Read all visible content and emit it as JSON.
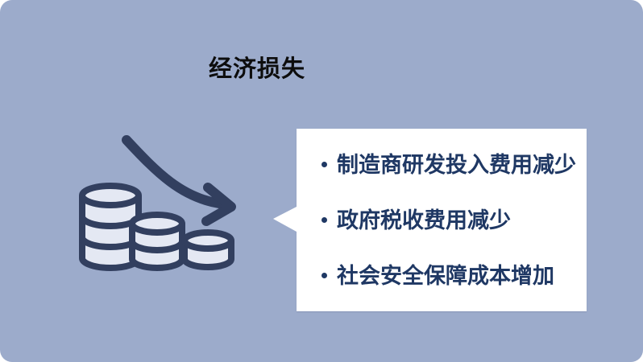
{
  "slide": {
    "title": "经济损失",
    "callout": {
      "bullets": [
        "制造商研发投入费用减少",
        "政府税收费用减少",
        "社会安全保障成本增加"
      ]
    }
  },
  "icons": {
    "coins_decline": "three descending coin stacks with downward curved trend arrow",
    "bullet_dot": "small round navy bullet marker",
    "callout_tail": "left-pointing speech bubble tail"
  },
  "theme": {
    "slide_bg": "#9cabcb",
    "page_bg": "#ffffff",
    "title_color": "#0d0d0d",
    "bullet_color": "#1f3864",
    "icon_navy": "#323f5f",
    "coin_fill": "#e4e8f3",
    "callout_bg": "#ffffff"
  }
}
